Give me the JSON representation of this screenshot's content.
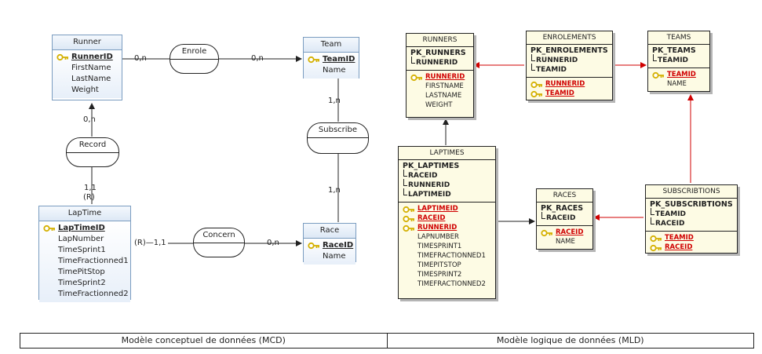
{
  "mcd": {
    "entities": {
      "runner": {
        "name": "Runner",
        "pk": "RunnerID",
        "attrs": [
          "FirstName",
          "LastName",
          "Weight"
        ]
      },
      "team": {
        "name": "Team",
        "pk": "TeamID",
        "attrs": [
          "Name"
        ]
      },
      "laptime": {
        "name": "LapTime",
        "pk": "LapTimeID",
        "attrs": [
          "LapNumber",
          "TimeSprint1",
          "TimeFractionned1",
          "TimePitStop",
          "TimeSprint2",
          "TimeFractionned2"
        ]
      },
      "race": {
        "name": "Race",
        "pk": "RaceID",
        "attrs": [
          "Name"
        ]
      }
    },
    "relations": {
      "enrole": "Enrole",
      "record": "Record",
      "subscribe": "Subscribe",
      "concern": "Concern"
    },
    "cardinalities": {
      "runner_enrole": "0,n",
      "team_enrole": "0,n",
      "runner_record": "0,n",
      "laptime_record": "1,1",
      "laptime_record_r": "(R)",
      "team_subscribe": "1,n",
      "race_subscribe": "1,n",
      "laptime_concern": "(R)—1,1",
      "race_concern": "0,n"
    }
  },
  "mld": {
    "tables": {
      "runners": {
        "name": "RUNNERS",
        "pk_name": "PK_RUNNERS",
        "pk_cols": [
          "RUNNERID"
        ],
        "columns": [
          {
            "name": "RUNNERID",
            "pk": true
          },
          {
            "name": "FIRSTNAME",
            "pk": false
          },
          {
            "name": "LASTNAME",
            "pk": false
          },
          {
            "name": "WEIGHT",
            "pk": false
          }
        ]
      },
      "enrolements": {
        "name": "ENROLEMENTS",
        "pk_name": "PK_ENROLEMENTS",
        "pk_cols": [
          "RUNNERID",
          "TEAMID"
        ],
        "columns": [
          {
            "name": "RUNNERID",
            "pk": true
          },
          {
            "name": "TEAMID",
            "pk": true
          }
        ]
      },
      "teams": {
        "name": "TEAMS",
        "pk_name": "PK_TEAMS",
        "pk_cols": [
          "TEAMID"
        ],
        "columns": [
          {
            "name": "TEAMID",
            "pk": true
          },
          {
            "name": "NAME",
            "pk": false
          }
        ]
      },
      "laptimes": {
        "name": "LAPTIMES",
        "pk_name": "PK_LAPTIMES",
        "pk_cols": [
          "RACEID",
          "RUNNERID",
          "LAPTIMEID"
        ],
        "columns": [
          {
            "name": "LAPTIMEID",
            "pk": true
          },
          {
            "name": "RACEID",
            "pk": true
          },
          {
            "name": "RUNNERID",
            "pk": true
          },
          {
            "name": "LAPNUMBER",
            "pk": false
          },
          {
            "name": "TIMESPRINT1",
            "pk": false
          },
          {
            "name": "TIMEFRACTIONNED1",
            "pk": false
          },
          {
            "name": "TIMEPITSTOP",
            "pk": false
          },
          {
            "name": "TIMESPRINT2",
            "pk": false
          },
          {
            "name": "TIMEFRACTIONNED2",
            "pk": false
          }
        ]
      },
      "races": {
        "name": "RACES",
        "pk_name": "PK_RACES",
        "pk_cols": [
          "RACEID"
        ],
        "columns": [
          {
            "name": "RACEID",
            "pk": true
          },
          {
            "name": "NAME",
            "pk": false
          }
        ]
      },
      "subscribtions": {
        "name": "SUBSCRIBTIONS",
        "pk_name": "PK_SUBSCRIBTIONS",
        "pk_cols": [
          "TEAMID",
          "RACEID"
        ],
        "columns": [
          {
            "name": "TEAMID",
            "pk": true
          },
          {
            "name": "RACEID",
            "pk": true
          }
        ]
      }
    }
  },
  "footer": {
    "mcd_label": "Modèle conceptuel de données (MCD)",
    "mld_label": "Modèle logique de données (MLD)"
  },
  "colors": {
    "entity_border": "#7a9cc0",
    "table_fill": "#fdfbe4",
    "pk_red": "#d00000",
    "fk_arrow_red": "#d00000",
    "key_icon": "#d4b000"
  }
}
